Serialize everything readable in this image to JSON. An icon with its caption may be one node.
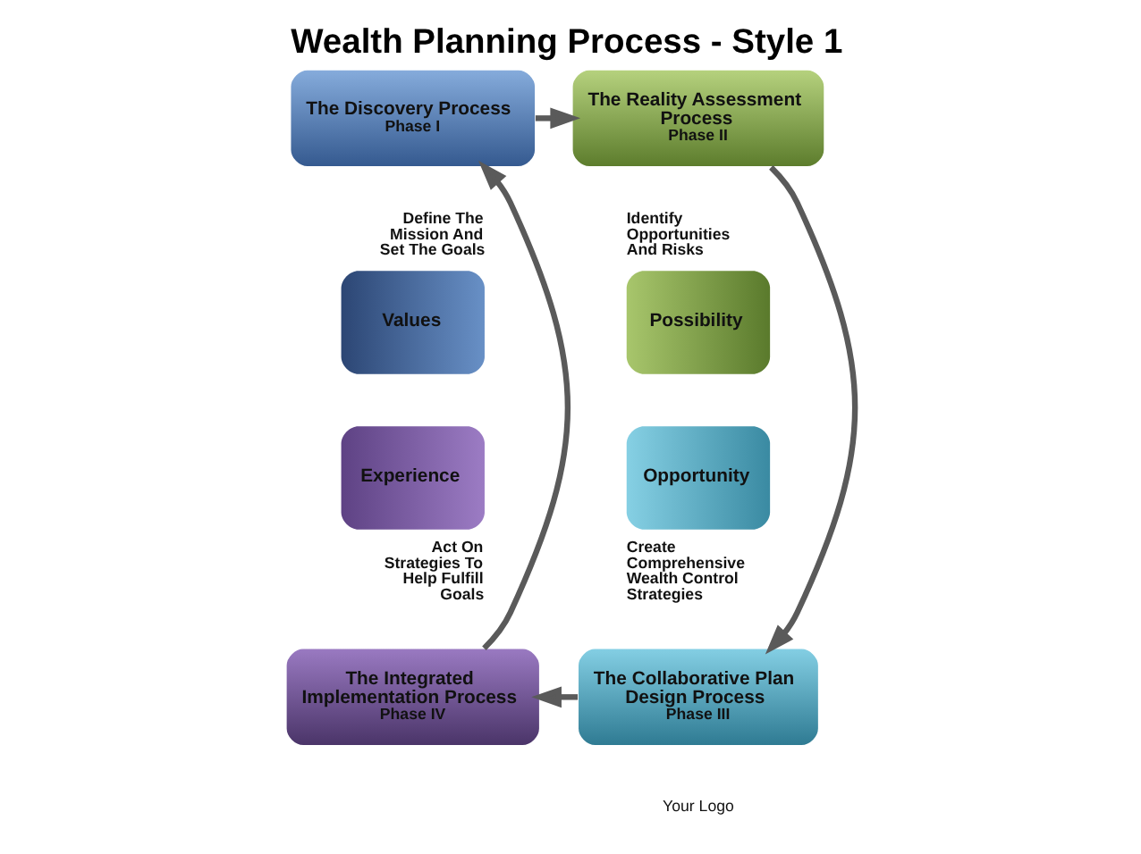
{
  "diagram": {
    "title": "Wealth Planning Process - Style 1",
    "nodes": [
      {
        "text": [
          "The Discovery Process",
          "Phase I"
        ]
      },
      {
        "text": [
          "The Reality Assessment Process",
          "Phase II"
        ]
      },
      {
        "text": [
          "Values"
        ],
        "beside": [
          "Define The Mission And Set The Goals"
        ]
      },
      {
        "text": [
          "Possibility"
        ],
        "beside": [
          "Identify Opportunities And Risks"
        ]
      },
      {
        "text": [
          "Experience"
        ],
        "beside": [
          "Act On Strategies To Help Fulfill Goals"
        ]
      },
      {
        "text": [
          "Opportunity"
        ],
        "beside": [
          "Create Comprehensive Wealth Control Strategies"
        ]
      },
      {
        "text": [
          "The Integrated Implementation Process",
          "Phase IV"
        ]
      },
      {
        "text": [
          "The Collaborative Plan Design Process",
          "Phase III"
        ]
      }
    ],
    "edges": [
      {
        "from": 0,
        "to": 1,
        "arrow": "to"
      },
      {
        "from": 1,
        "to": 7,
        "arrow": "to"
      },
      {
        "from": 7,
        "to": 6,
        "arrow": "to"
      },
      {
        "from": 6,
        "to": 0,
        "arrow": "to"
      }
    ],
    "labels": [
      "Your Logo"
    ]
  }
}
